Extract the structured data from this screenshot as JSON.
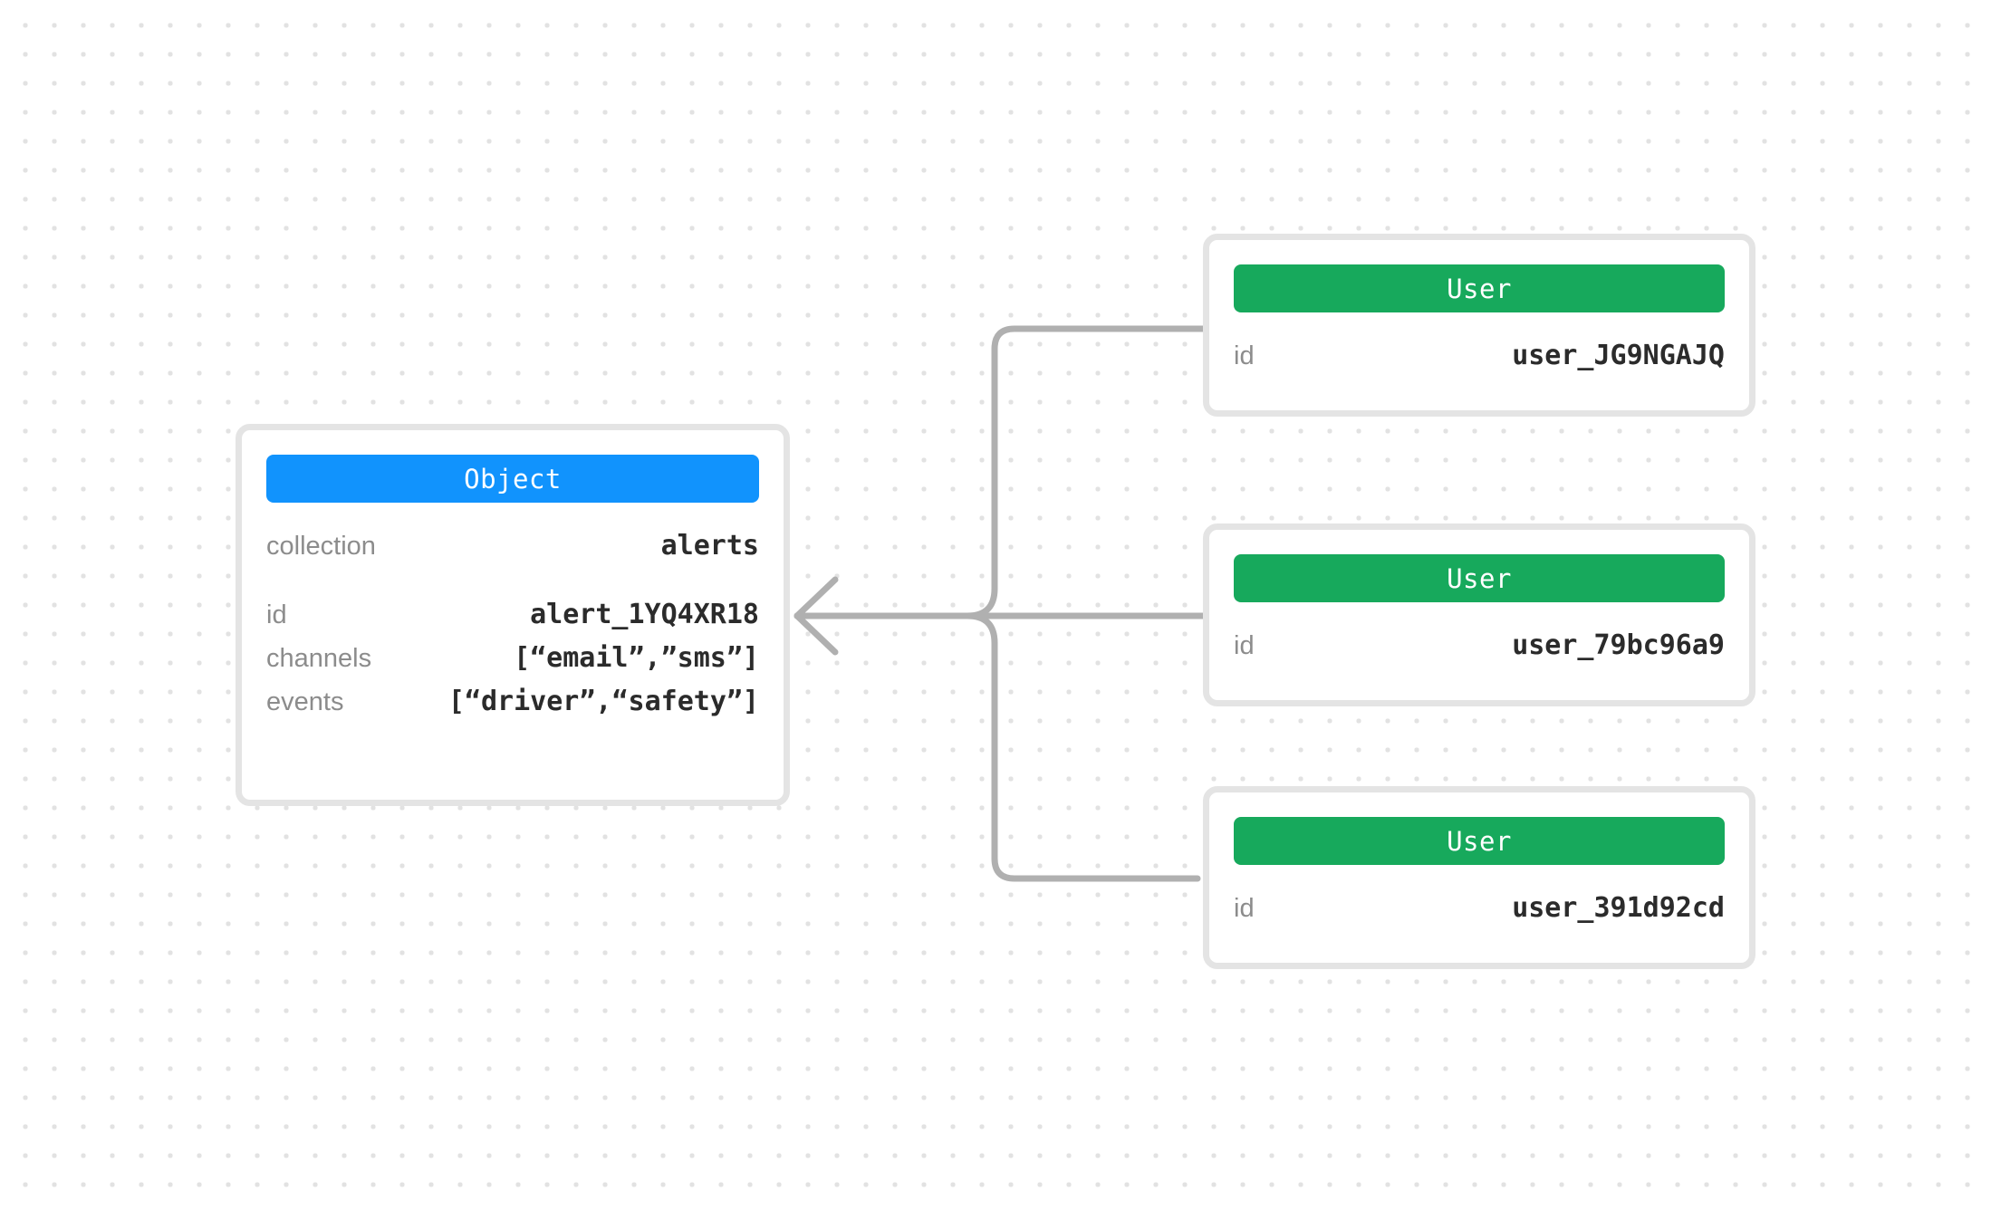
{
  "canvas": {
    "background": "#ffffff",
    "dot_color": "#e2e2e2"
  },
  "theme": {
    "object_header_color": "#1193fd",
    "user_header_color": "#17a95c",
    "card_border_color": "#e4e4e4",
    "edge_color": "#b0b0b0",
    "key_color": "#8c8c8c",
    "value_color": "#2b2b2b"
  },
  "nodes": {
    "object": {
      "type_label": "Object",
      "rows": [
        {
          "key": "collection",
          "value": "alerts"
        },
        {
          "key": "id",
          "value": "alert_1YQ4XR18"
        },
        {
          "key": "channels",
          "value": "[“email”,”sms”]"
        },
        {
          "key": "events",
          "value": "[“driver”,“safety”]"
        }
      ]
    },
    "users": [
      {
        "type_label": "User",
        "rows": [
          {
            "key": "id",
            "value": "user_JG9NGAJQ"
          }
        ]
      },
      {
        "type_label": "User",
        "rows": [
          {
            "key": "id",
            "value": "user_79bc96a9"
          }
        ]
      },
      {
        "type_label": "User",
        "rows": [
          {
            "key": "id",
            "value": "user_391d92cd"
          }
        ]
      }
    ]
  },
  "edges": [
    {
      "from": "user-0",
      "to": "object",
      "direction": "left",
      "arrow": "open-chevron"
    },
    {
      "from": "user-1",
      "to": "object",
      "direction": "left",
      "arrow": "open-chevron"
    },
    {
      "from": "user-2",
      "to": "object",
      "direction": "left",
      "arrow": "open-chevron"
    }
  ]
}
